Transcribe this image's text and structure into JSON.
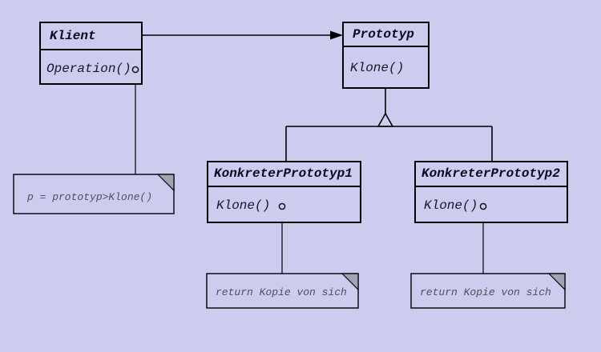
{
  "classes": {
    "klient": {
      "name": "Klient",
      "method": "Operation()"
    },
    "prototyp": {
      "name": "Prototyp",
      "method": "Klone()"
    },
    "konkreter1": {
      "name": "KonkreterPrototyp1",
      "method": "Klone()"
    },
    "konkreter2": {
      "name": "KonkreterPrototyp2",
      "method": "Klone()"
    }
  },
  "notes": {
    "klient_note": "p = prototyp>Klone()",
    "konkreter1_note": "return Kopie von sich",
    "konkreter2_note": "return Kopie von sich"
  },
  "colors": {
    "background": "#ccccee",
    "line": "#000000",
    "class_text": "#0a0a1e",
    "note_text": "#4e4e60",
    "note_fold": "#a3a3b3"
  }
}
